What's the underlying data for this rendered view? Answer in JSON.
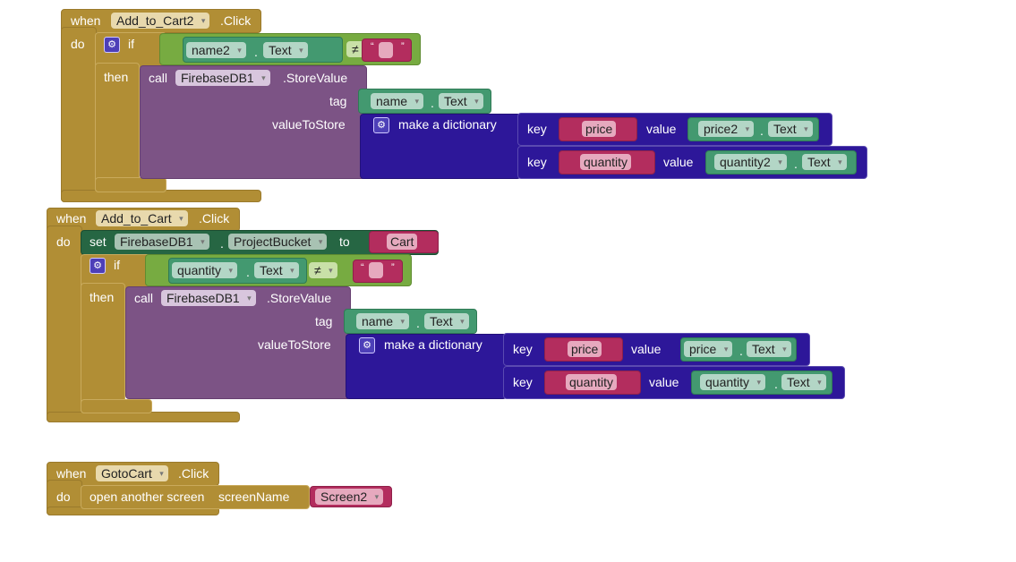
{
  "blocks": [
    {
      "when": "when",
      "component": "Add_to_Cart2",
      "event": ".Click",
      "do": "do",
      "if": "if",
      "then": "then",
      "cond": {
        "component": "name2",
        "dot": ".",
        "prop": "Text",
        "op": "≠",
        "text": ""
      },
      "call": {
        "call": "call",
        "component": "FirebaseDB1",
        "method": ".StoreValue",
        "tag_label": "tag",
        "tag_component": "name",
        "tag_prop": "Text",
        "vts_label": "valueToStore",
        "dict": "make a dictionary",
        "pairs": [
          {
            "key_label": "key",
            "key": "price",
            "value_label": "value",
            "component": "price2",
            "prop": "Text"
          },
          {
            "key_label": "key",
            "key": "quantity",
            "value_label": "value",
            "component": "quantity2",
            "prop": "Text"
          }
        ]
      }
    },
    {
      "when": "when",
      "component": "Add_to_Cart",
      "event": ".Click",
      "do": "do",
      "if": "if",
      "then": "then",
      "set": {
        "set": "set",
        "component": "FirebaseDB1",
        "prop": "ProjectBucket",
        "to": "to",
        "value": "Cart"
      },
      "cond": {
        "component": "quantity",
        "dot": ".",
        "prop": "Text",
        "op": "≠",
        "text": ""
      },
      "call": {
        "call": "call",
        "component": "FirebaseDB1",
        "method": ".StoreValue",
        "tag_label": "tag",
        "tag_component": "name",
        "tag_prop": "Text",
        "vts_label": "valueToStore",
        "dict": "make a dictionary",
        "pairs": [
          {
            "key_label": "key",
            "key": "price",
            "value_label": "value",
            "component": "price",
            "prop": "Text"
          },
          {
            "key_label": "key",
            "key": "quantity",
            "value_label": "value",
            "component": "quantity",
            "prop": "Text"
          }
        ]
      }
    },
    {
      "when": "when",
      "component": "GotoCart",
      "event": ".Click",
      "do": "do",
      "action": "open another screen",
      "param": "screenName",
      "screen": "Screen2"
    }
  ]
}
